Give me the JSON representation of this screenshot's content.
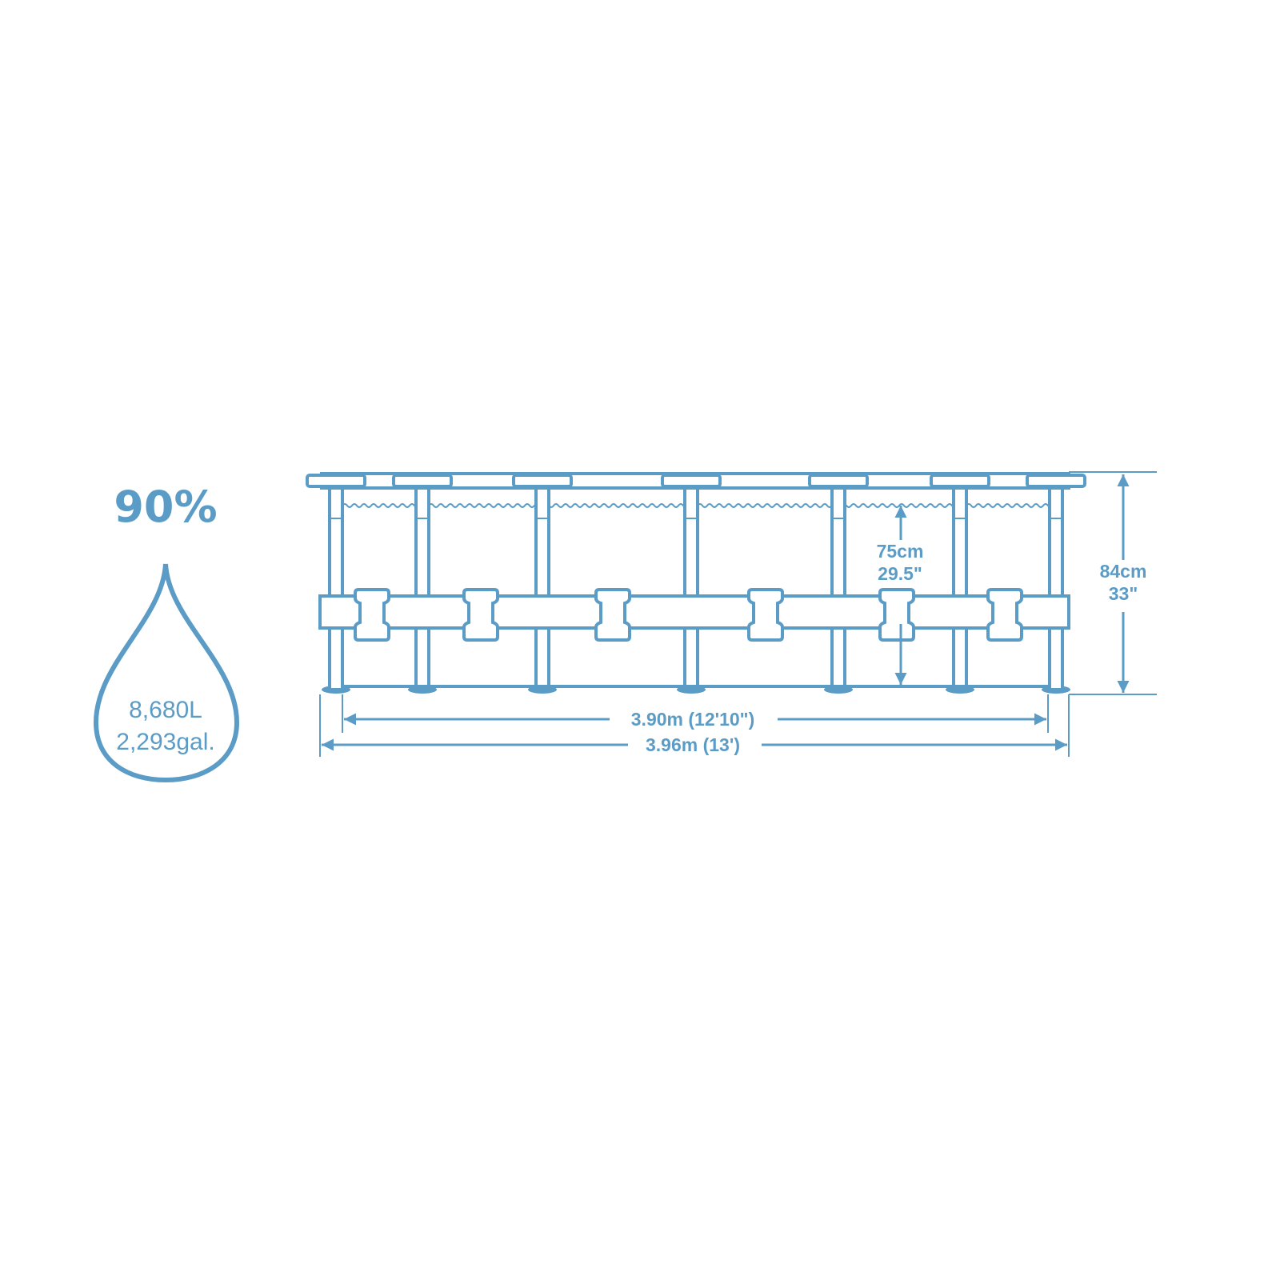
{
  "fill_level": {
    "label": "90%",
    "percent": 90
  },
  "volume": {
    "liters": "8,680L",
    "gallons": "2,293gal."
  },
  "dimensions": {
    "water_depth": {
      "cm": "75cm",
      "in": "29.5\""
    },
    "wall_height": {
      "cm": "84cm",
      "in": "33\""
    },
    "inner_diameter": "3.90m (12'10\")",
    "outer_diameter": "3.96m (13')"
  },
  "colors": {
    "line": "#5b9cc7",
    "background": "#ffffff"
  }
}
